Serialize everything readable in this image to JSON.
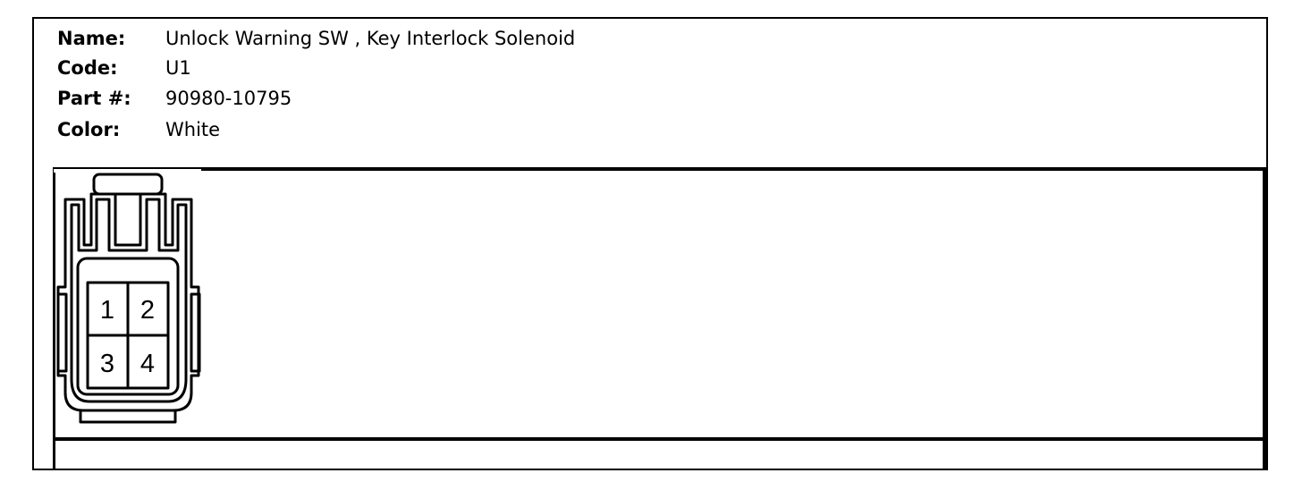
{
  "connector": {
    "name_label": "Name:",
    "name_value": "Unlock Warning SW , Key Interlock Solenoid",
    "code_label": "Code:",
    "code_value": "U1",
    "part_label": "Part #:",
    "part_value": "90980-10795",
    "color_label": "Color:",
    "color_value": "White"
  },
  "pins": [
    "1",
    "2",
    "3",
    "4"
  ]
}
